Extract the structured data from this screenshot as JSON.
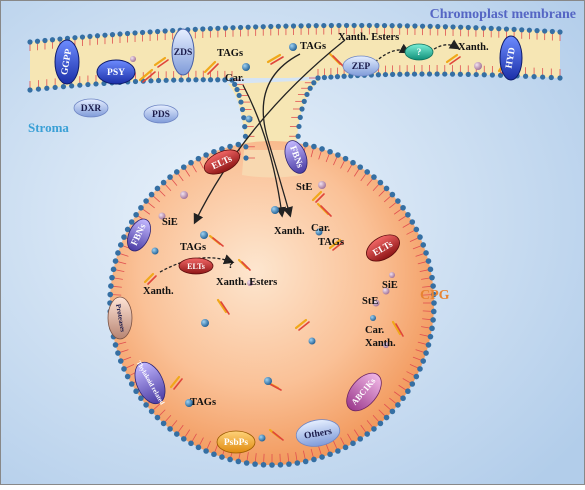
{
  "title": "Chromoplast membrane",
  "regions": {
    "stroma": "Stroma",
    "cpg": "CPG"
  },
  "membrane_proteins": {
    "ggpp": "GGPP",
    "psy": "PSY",
    "zds": "ZDS",
    "dxr": "DXR",
    "pds": "PDS",
    "zep": "ZEP",
    "hyd": "HYD",
    "unknown": "?"
  },
  "membrane_labels": {
    "tags_left": "TAGs",
    "car": "Car.",
    "tags_right": "TAGs",
    "xanth_esters": "Xanth. Esters",
    "xanth": "Xanth."
  },
  "globule_proteins": {
    "elts_top": "ELTs",
    "fbns_top": "FBNs",
    "fbns_left": "FBNs",
    "elts_right": "ELTs",
    "elts_inner": "ELTs",
    "proteases": "Proteases",
    "thylakoid": "Thylakoid related",
    "abc1ks": "ABC1Ks",
    "psbps": "PsbPs",
    "others": "Others"
  },
  "globule_labels": {
    "ste_top": "StE",
    "sie_left": "SiE",
    "tags_center": "TAGs",
    "xanth_left": "Xanth.",
    "xanth_esters_inner": "Xanth. Esters",
    "question_inner": "?",
    "xanth_mid": "Xanth.",
    "car_mid": "Car.",
    "tags_mid": "TAGs",
    "sie_right": "SiE",
    "ste_right": "StE",
    "car_right": "Car.",
    "xanth_right": "Xanth.",
    "tags_bottom": "TAGs"
  },
  "colors": {
    "background": "#c6dcf2",
    "membrane_fill": "#f6e6b4",
    "head_bead": "#356fa3",
    "globule": "#f7b585",
    "title_color": "#5566c4",
    "stroma_color": "#3aa0d6",
    "cpg_color": "#e88432"
  }
}
